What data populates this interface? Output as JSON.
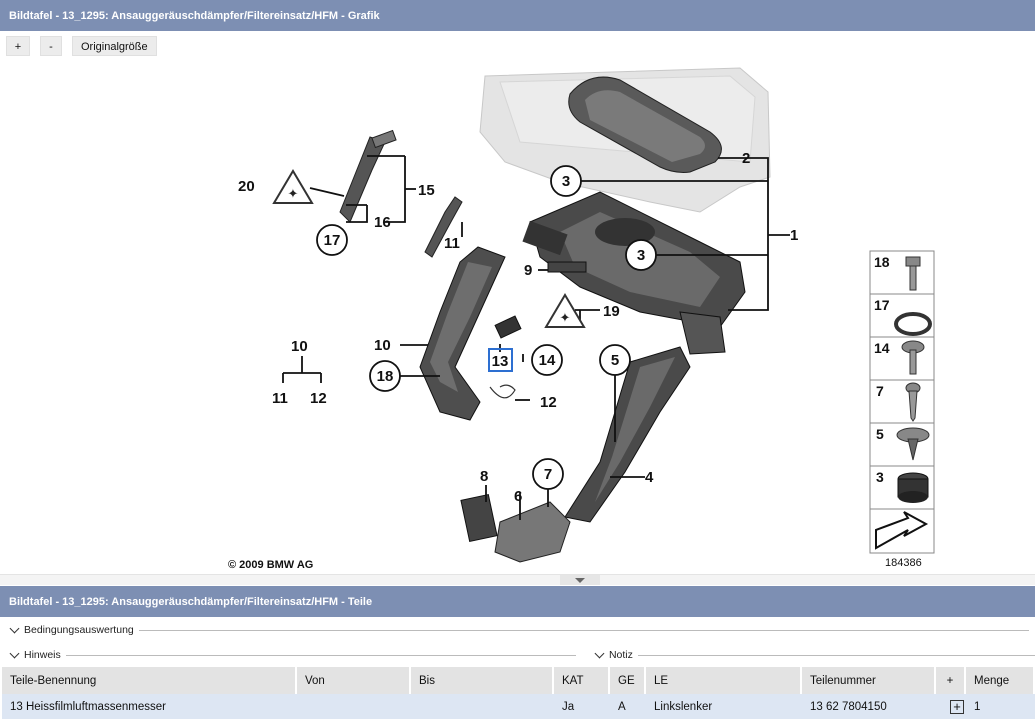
{
  "top_panel": {
    "title": "Bildtafel - 13_1295: Ansauggeräuschdämpfer/Filtereinsatz/HFM - Grafik"
  },
  "zoom": {
    "plus": "+",
    "minus": "-",
    "original": "Originalgröße"
  },
  "diagram": {
    "copyright": "© 2009 BMW AG",
    "figure_number": "184386",
    "callouts": [
      "1",
      "2",
      "3",
      "3",
      "4",
      "5",
      "6",
      "7",
      "8",
      "9",
      "10",
      "10",
      "11",
      "11",
      "12",
      "12",
      "13",
      "14",
      "15",
      "16",
      "17",
      "18",
      "19",
      "20"
    ],
    "legend": [
      {
        "num": "18",
        "icon": "bolt-icon"
      },
      {
        "num": "17",
        "icon": "o-ring-icon"
      },
      {
        "num": "14",
        "icon": "flange-screw-icon"
      },
      {
        "num": "7",
        "icon": "screw-icon"
      },
      {
        "num": "5",
        "icon": "expanding-rivet-icon"
      },
      {
        "num": "3",
        "icon": "rubber-grommet-icon"
      },
      {
        "num": "",
        "icon": "arrow-icon"
      }
    ]
  },
  "bottom_panel": {
    "title": "Bildtafel - 13_1295: Ansauggeräuschdämpfer/Filtereinsatz/HFM - Teile"
  },
  "groups": {
    "conditions": "Bedingungsauswertung",
    "hint": "Hinweis",
    "note": "Notiz"
  },
  "table": {
    "columns": [
      "Teile-Benennung",
      "Von",
      "Bis",
      "KAT",
      "GE",
      "LE",
      "Teilenummer",
      "+",
      "Menge"
    ],
    "rows": [
      {
        "name": "13 Heissfilmluftmassenmesser",
        "von": "",
        "bis": "",
        "kat": "Ja",
        "ge": "A",
        "le": "Linkslenker",
        "teilenummer": "13 62 7804150",
        "plus": "+",
        "menge": "1"
      }
    ]
  },
  "colors": {
    "header_bg": "#7d8fb3",
    "row_bg": "#dde6f3",
    "highlight": "#2d6fd1"
  }
}
